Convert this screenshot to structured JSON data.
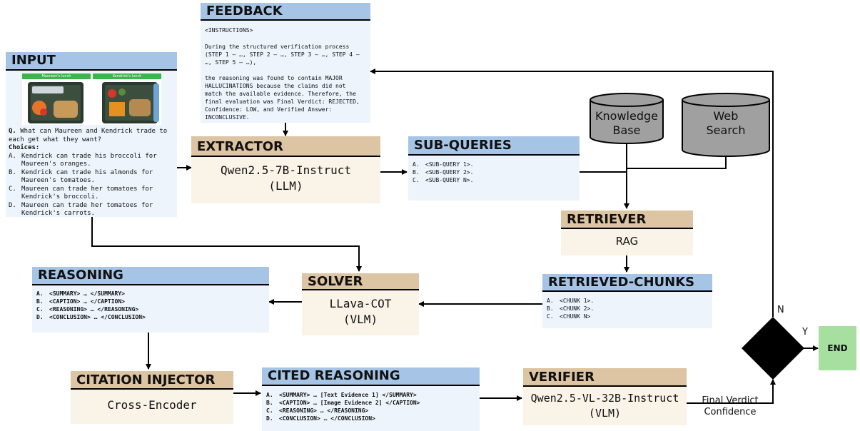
{
  "feedback": {
    "title": "FEEDBACK",
    "tag": "<INSTRUCTIONS>",
    "para1": "During the structured verification process (STEP 1 – …, STEP 2 – …, STEP 3 – …, STEP 4 – …, STEP 5 – …),",
    "para2": "the reasoning was found to contain MAJOR HALLUCINATIONS because the claims did not match the available evidence. Therefore, the final evaluation was Final Verdict: REJECTED, Confidence: LOW, and Verified Answer: INCONCLUSIVE."
  },
  "input": {
    "title": "INPUT",
    "photo_left_caption": "Maureen's lunch",
    "photo_right_caption": "Kendrick's lunch",
    "q_label": "Q.",
    "question": "What can Maureen and Kendrick trade to each get what they want?",
    "choices_label": "Choices:",
    "choices": [
      {
        "letter": "A.",
        "text": "Kendrick can trade his broccoli for Maureen's oranges."
      },
      {
        "letter": "B.",
        "text": "Kendrick can trade his almonds for Maureen's tomatoes."
      },
      {
        "letter": "C.",
        "text": "Maureen can trade her tomatoes for Kendrick's broccoli."
      },
      {
        "letter": "D.",
        "text": "Maureen can trade her tomatoes for Kendrick's carrots."
      }
    ]
  },
  "extractor": {
    "title": "EXTRACTOR",
    "line1": "Qwen2.5-7B-Instruct",
    "line2": "(LLM)"
  },
  "subqueries": {
    "title": "SUB-QUERIES",
    "items": [
      {
        "letter": "A.",
        "text": "<SUB-QUERY 1>."
      },
      {
        "letter": "B.",
        "text": "<SUB-QUERY 2>."
      },
      {
        "letter": "C.",
        "text": "<SUB-QUERY N>."
      }
    ]
  },
  "knowledge_base": {
    "line1": "Knowledge",
    "line2": "Base"
  },
  "web_search": {
    "line1": "Web",
    "line2": "Search"
  },
  "retriever": {
    "title": "RETRIEVER",
    "text": "RAG"
  },
  "retrieved_chunks": {
    "title": "RETRIEVED-CHUNKS",
    "items": [
      {
        "letter": "A.",
        "text": "<CHUNK 1>."
      },
      {
        "letter": "B.",
        "text": "<CHUNK 2>."
      },
      {
        "letter": "C.",
        "text": "<CHUNK N>"
      }
    ]
  },
  "solver": {
    "title": "SOLVER",
    "line1": "LLava-COT",
    "line2": "(VLM)"
  },
  "reasoning": {
    "title": "REASONING",
    "items": [
      {
        "letter": "A.",
        "text": "<SUMMARY> … </SUMMARY>"
      },
      {
        "letter": "B.",
        "text": "<CAPTION> … </CAPTION>"
      },
      {
        "letter": "C.",
        "text": "<REASONING> … </REASONING>"
      },
      {
        "letter": "D.",
        "text": "<CONCLUSION> … </CONCLUSION>"
      }
    ]
  },
  "citation_injector": {
    "title": "CITATION INJECTOR",
    "text": "Cross-Encoder"
  },
  "cited_reasoning": {
    "title": "CITED REASONING",
    "items": [
      {
        "letter": "A.",
        "text": "<SUMMARY> … [Text Evidence 1] </SUMMARY>"
      },
      {
        "letter": "B.",
        "text": "<CAPTION> … [Image Evidence 2] </CAPTION>"
      },
      {
        "letter": "C.",
        "text": "<REASONING> … </REASONING>"
      },
      {
        "letter": "D.",
        "text": "<CONCLUSION> … </CONCLUSION>"
      }
    ]
  },
  "verifier": {
    "title": "VERIFIER",
    "line1": "Qwen2.5-VL-32B-Instruct",
    "line2": "(VLM)"
  },
  "verdict_label": {
    "line1": "Final Verdict",
    "line2": "Confidence"
  },
  "decision": {
    "no_label": "N",
    "yes_label": "Y"
  },
  "end": {
    "text": "END"
  },
  "colors": {
    "header_blue": "#a6c5e6",
    "body_blue": "#edf4fc",
    "header_tan": "#ddc4a2",
    "body_tan": "#faf3e8",
    "cylinder": "#a0a0a0",
    "end": "#a6dfa0",
    "decision": "#000000"
  }
}
